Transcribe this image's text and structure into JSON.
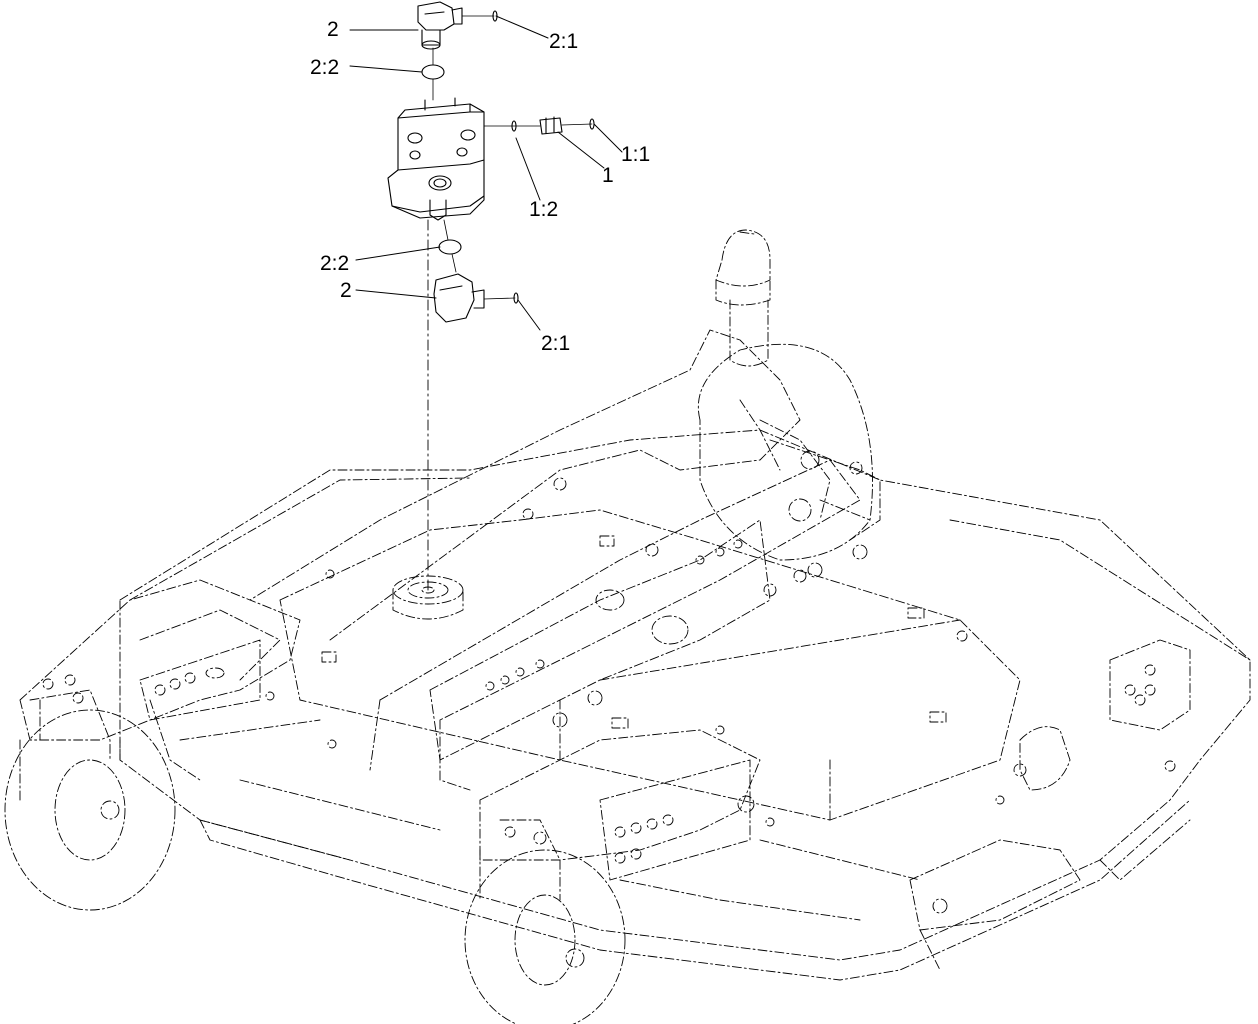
{
  "callouts": {
    "top_fitting": "2",
    "top_fitting_seal": "2:1",
    "top_oring": "2:2",
    "side_fitting": "1",
    "side_fitting_seal": "1:1",
    "side_fitting_oring": "1:2",
    "bottom_oring": "2:2",
    "bottom_fitting": "2",
    "bottom_fitting_seal": "2:1"
  }
}
